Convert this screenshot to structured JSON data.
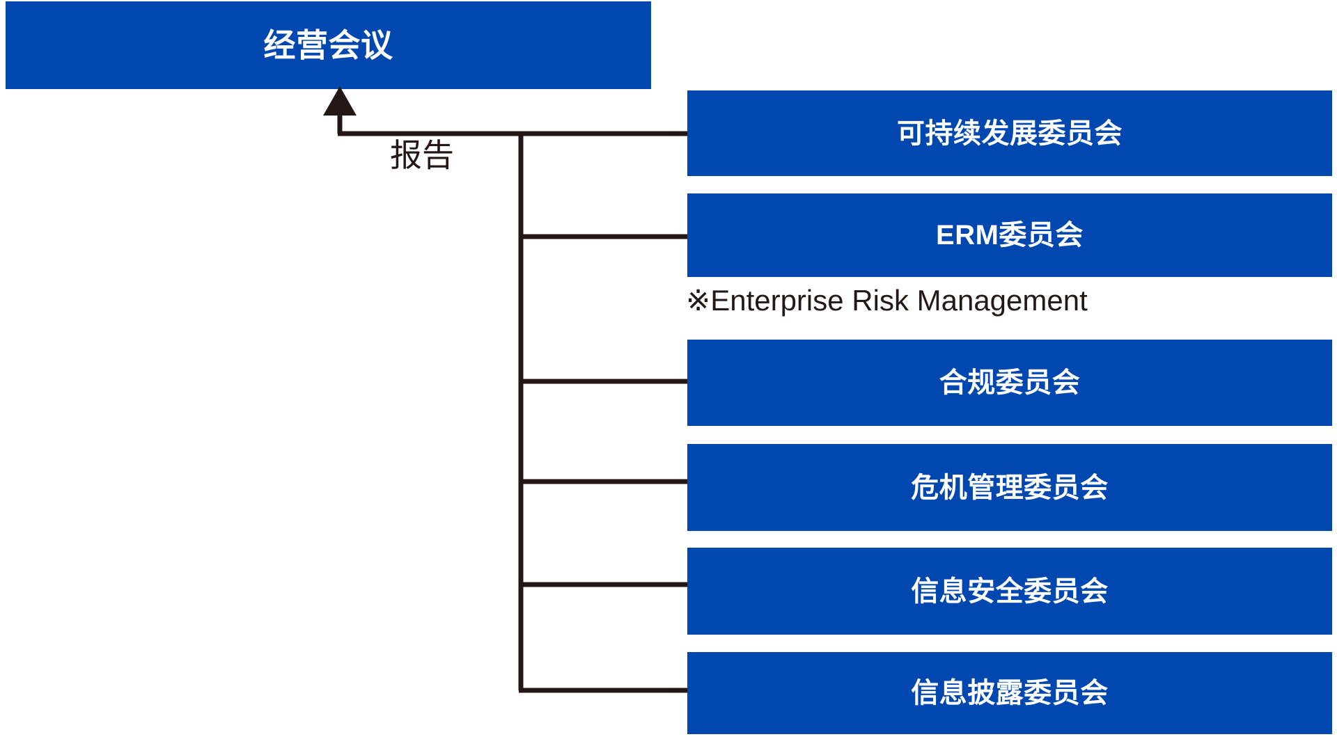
{
  "colors": {
    "brand_blue": "#0047b0",
    "line_dark": "#231815",
    "text_on_blue": "#ffffff",
    "background": "#ffffff"
  },
  "root": {
    "label": "经营会议"
  },
  "relation": {
    "report_label": "报告",
    "arrow_icon": "up-arrow-icon"
  },
  "committees": [
    {
      "label": "可持续发展委员会"
    },
    {
      "label": "ERM委员会"
    },
    {
      "label": "合规委员会"
    },
    {
      "label": "危机管理委员会"
    },
    {
      "label": "信息安全委员会"
    },
    {
      "label": "信息披露委员会"
    }
  ],
  "notes": {
    "erm_footnote": "※Enterprise Risk Management"
  },
  "chart_data": {
    "type": "diagram",
    "title": "经营会议 governance committee structure",
    "nodes": [
      {
        "id": "root",
        "label": "经营会议",
        "level": 0
      },
      {
        "id": "c1",
        "label": "可持续发展委员会",
        "level": 1
      },
      {
        "id": "c2",
        "label": "ERM委员会",
        "level": 1
      },
      {
        "id": "c3",
        "label": "合规委员会",
        "level": 1
      },
      {
        "id": "c4",
        "label": "危机管理委员会",
        "level": 1
      },
      {
        "id": "c5",
        "label": "信息安全委员会",
        "level": 1
      },
      {
        "id": "c6",
        "label": "信息披露委员会",
        "level": 1
      }
    ],
    "edges": [
      {
        "from": "c1",
        "to": "root",
        "label": "报告"
      },
      {
        "from": "c2",
        "to": "root",
        "label": "报告"
      },
      {
        "from": "c3",
        "to": "root",
        "label": "报告"
      },
      {
        "from": "c4",
        "to": "root",
        "label": "报告"
      },
      {
        "from": "c5",
        "to": "root",
        "label": "报告"
      },
      {
        "from": "c6",
        "to": "root",
        "label": "报告"
      }
    ],
    "annotations": [
      "※Enterprise Risk Management"
    ]
  }
}
